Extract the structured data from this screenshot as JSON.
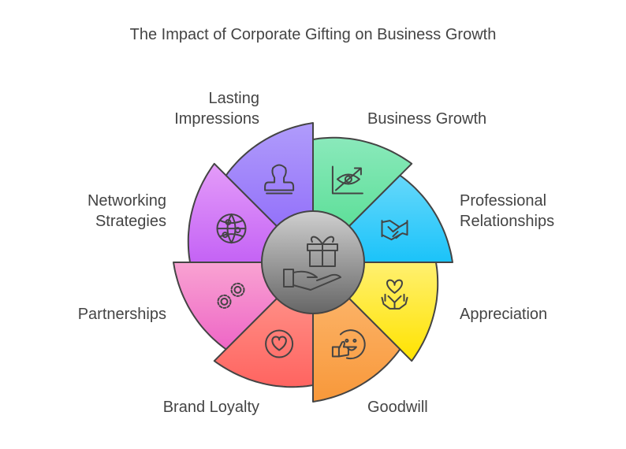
{
  "title": "The Impact of Corporate Gifting on Business Growth",
  "center": {
    "icon": "gift-in-hand-icon"
  },
  "segments": [
    {
      "label": "Business Growth",
      "icon": "growth-eye-icon",
      "colors": [
        "#8ae9bb",
        "#4ddb8c"
      ]
    },
    {
      "label": "Professional\nRelationships",
      "icon": "handshake-icon",
      "colors": [
        "#66d8fb",
        "#1bc3f9"
      ]
    },
    {
      "label": "Appreciation",
      "icon": "hands-heart-icon",
      "colors": [
        "#fff070",
        "#ffe300"
      ]
    },
    {
      "label": "Goodwill",
      "icon": "smile-thumbs-up-icon",
      "colors": [
        "#fdbb75",
        "#f8983a"
      ]
    },
    {
      "label": "Brand Loyalty",
      "icon": "heart-circle-icon",
      "colors": [
        "#ff9e94",
        "#ff6460"
      ]
    },
    {
      "label": "Partnerships",
      "icon": "gears-icon",
      "colors": [
        "#f9a3d2",
        "#ee66c6"
      ]
    },
    {
      "label": "Networking\nStrategies",
      "icon": "globe-network-icon",
      "colors": [
        "#e49cf9",
        "#c463f5"
      ]
    },
    {
      "label": "Lasting\nImpressions",
      "icon": "stamp-icon",
      "colors": [
        "#b09cfb",
        "#8a63f9"
      ]
    }
  ]
}
